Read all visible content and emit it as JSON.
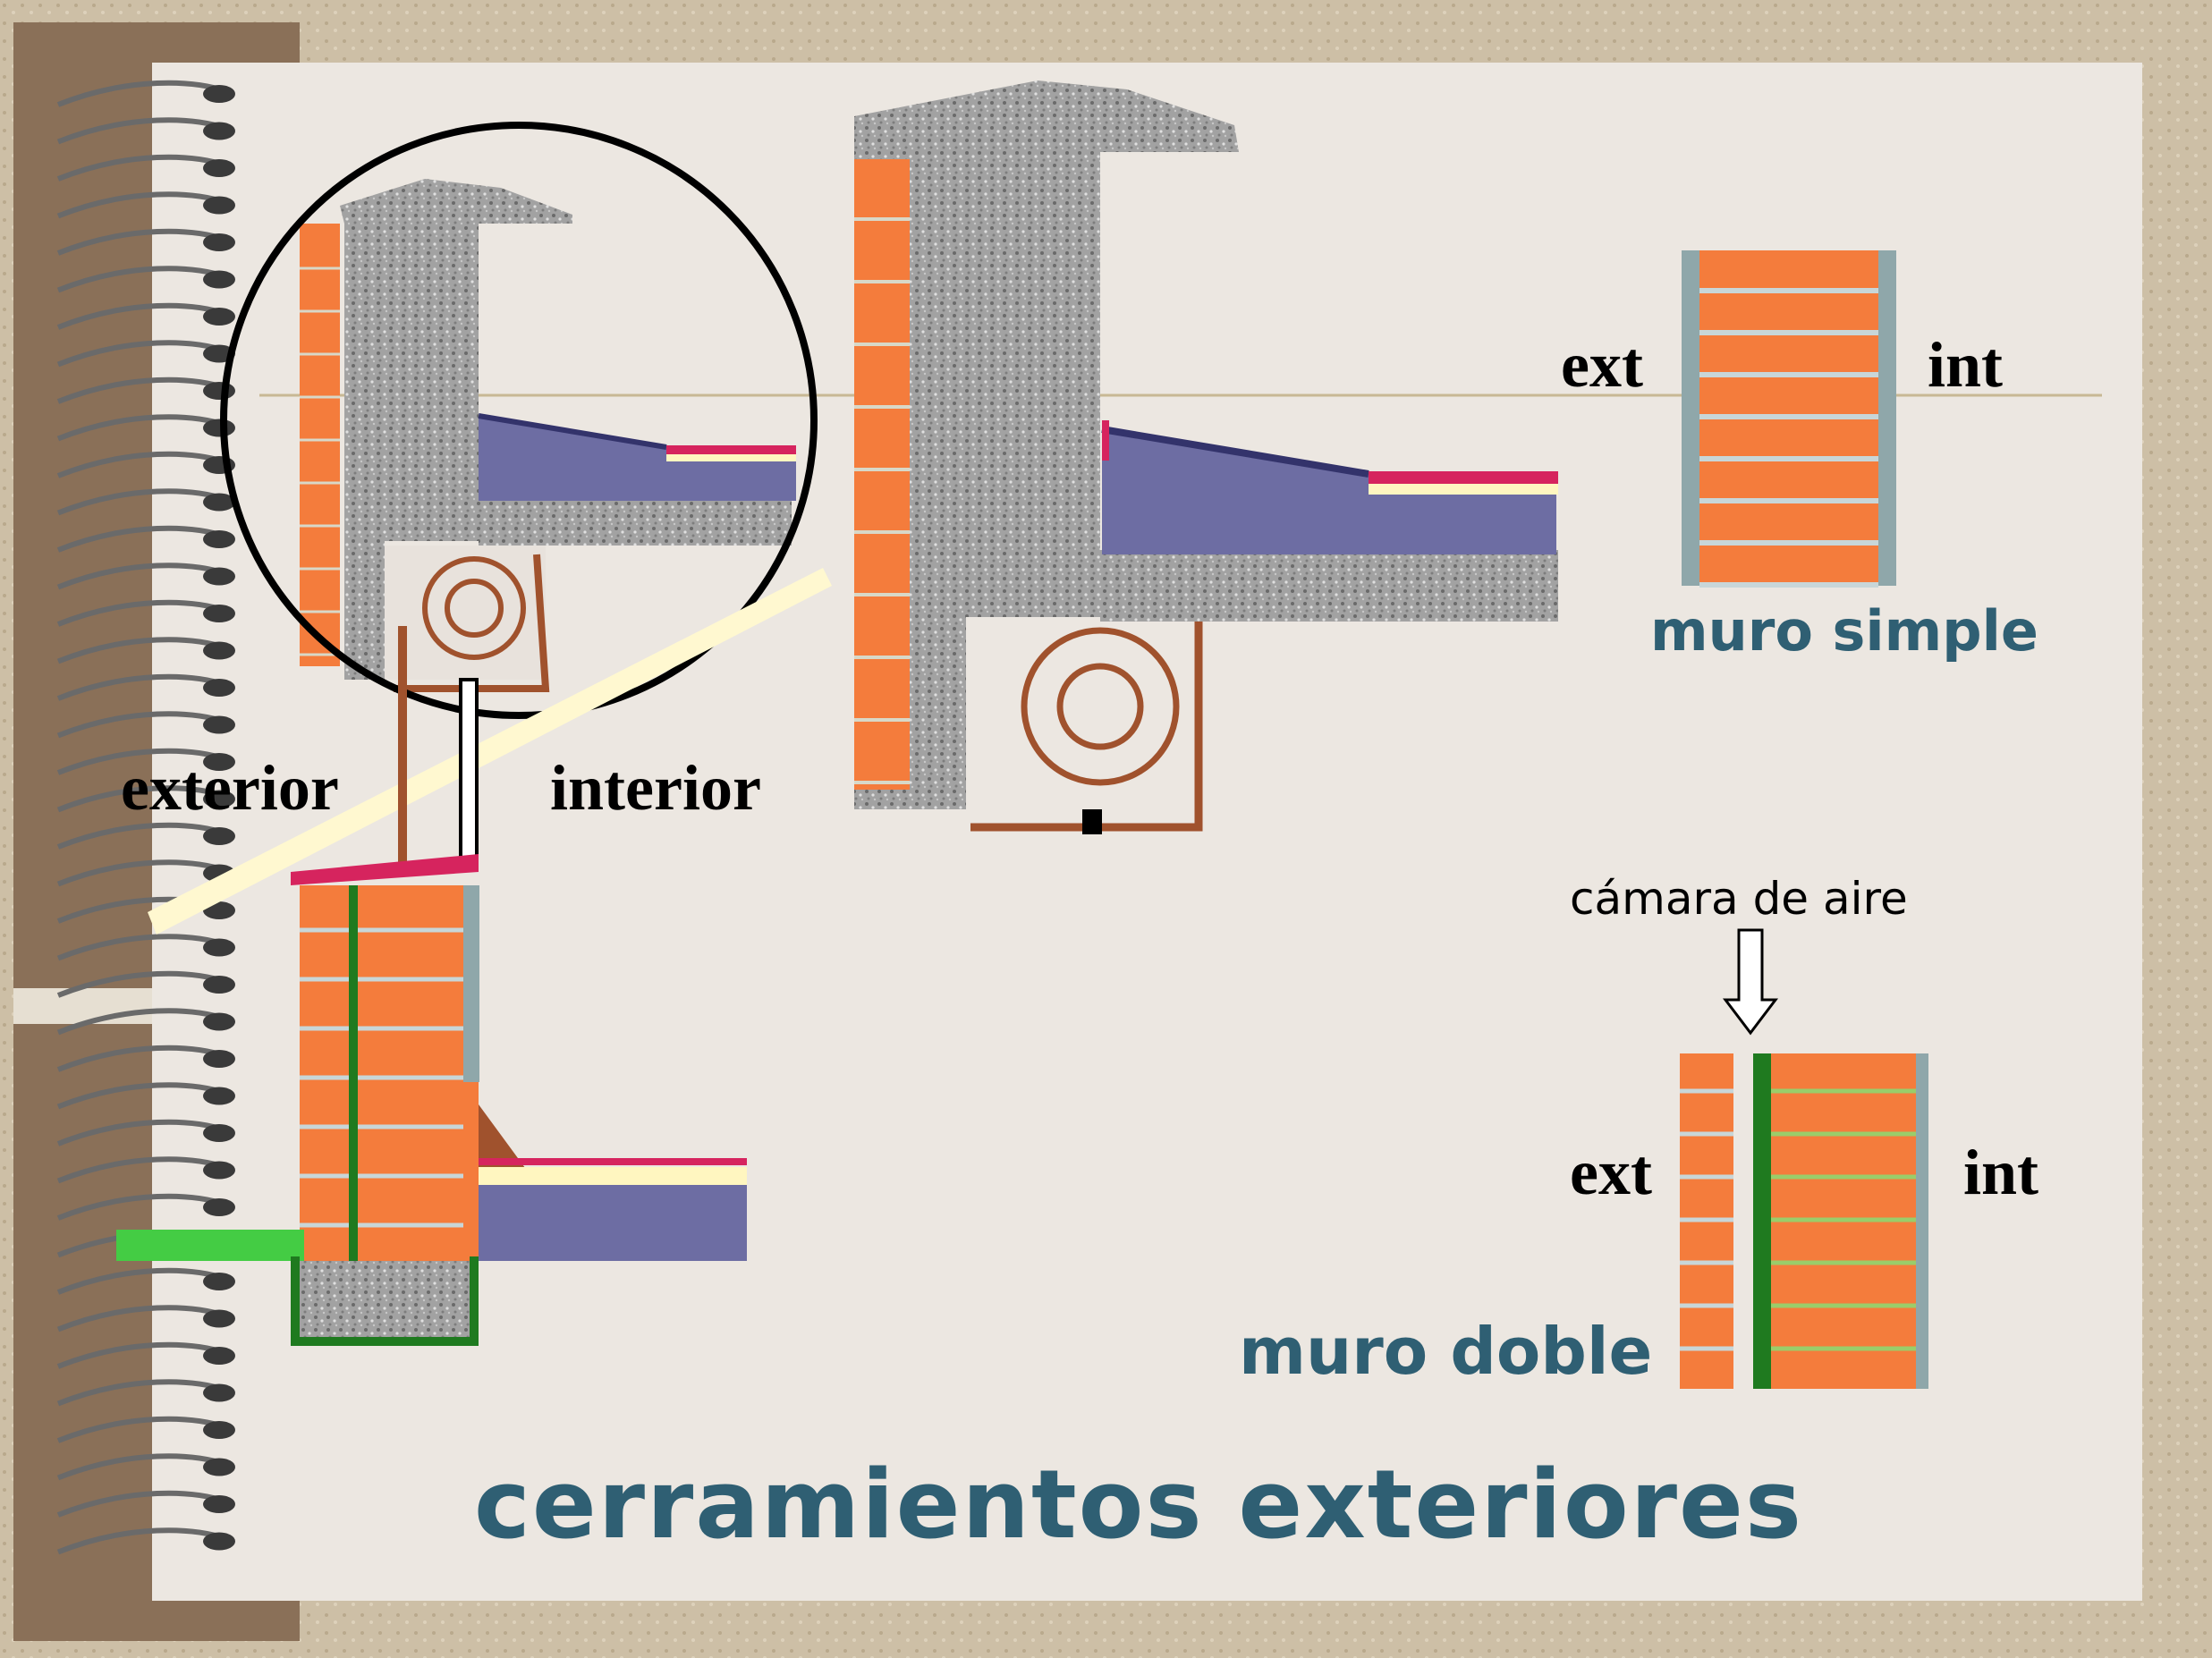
{
  "title": "cerramientos exteriores",
  "labels": {
    "exterior": "exterior",
    "interior": "interior",
    "ext_simple": "ext",
    "int_simple": "int",
    "muro_simple": "muro simple",
    "camara_de_aire": "cámara de aire",
    "ext_doble": "ext",
    "int_doble": "int",
    "muro_doble": "muro doble"
  },
  "colors": {
    "brick": "#f47c3c",
    "mortar": "#8fa7aa",
    "concrete": "#9a9a9a",
    "insulation_green": "#1f7a1f",
    "slab": "#6d6da3",
    "tile": "#d6245e",
    "title": "#2f5f73",
    "paper": "#ece7e1"
  }
}
